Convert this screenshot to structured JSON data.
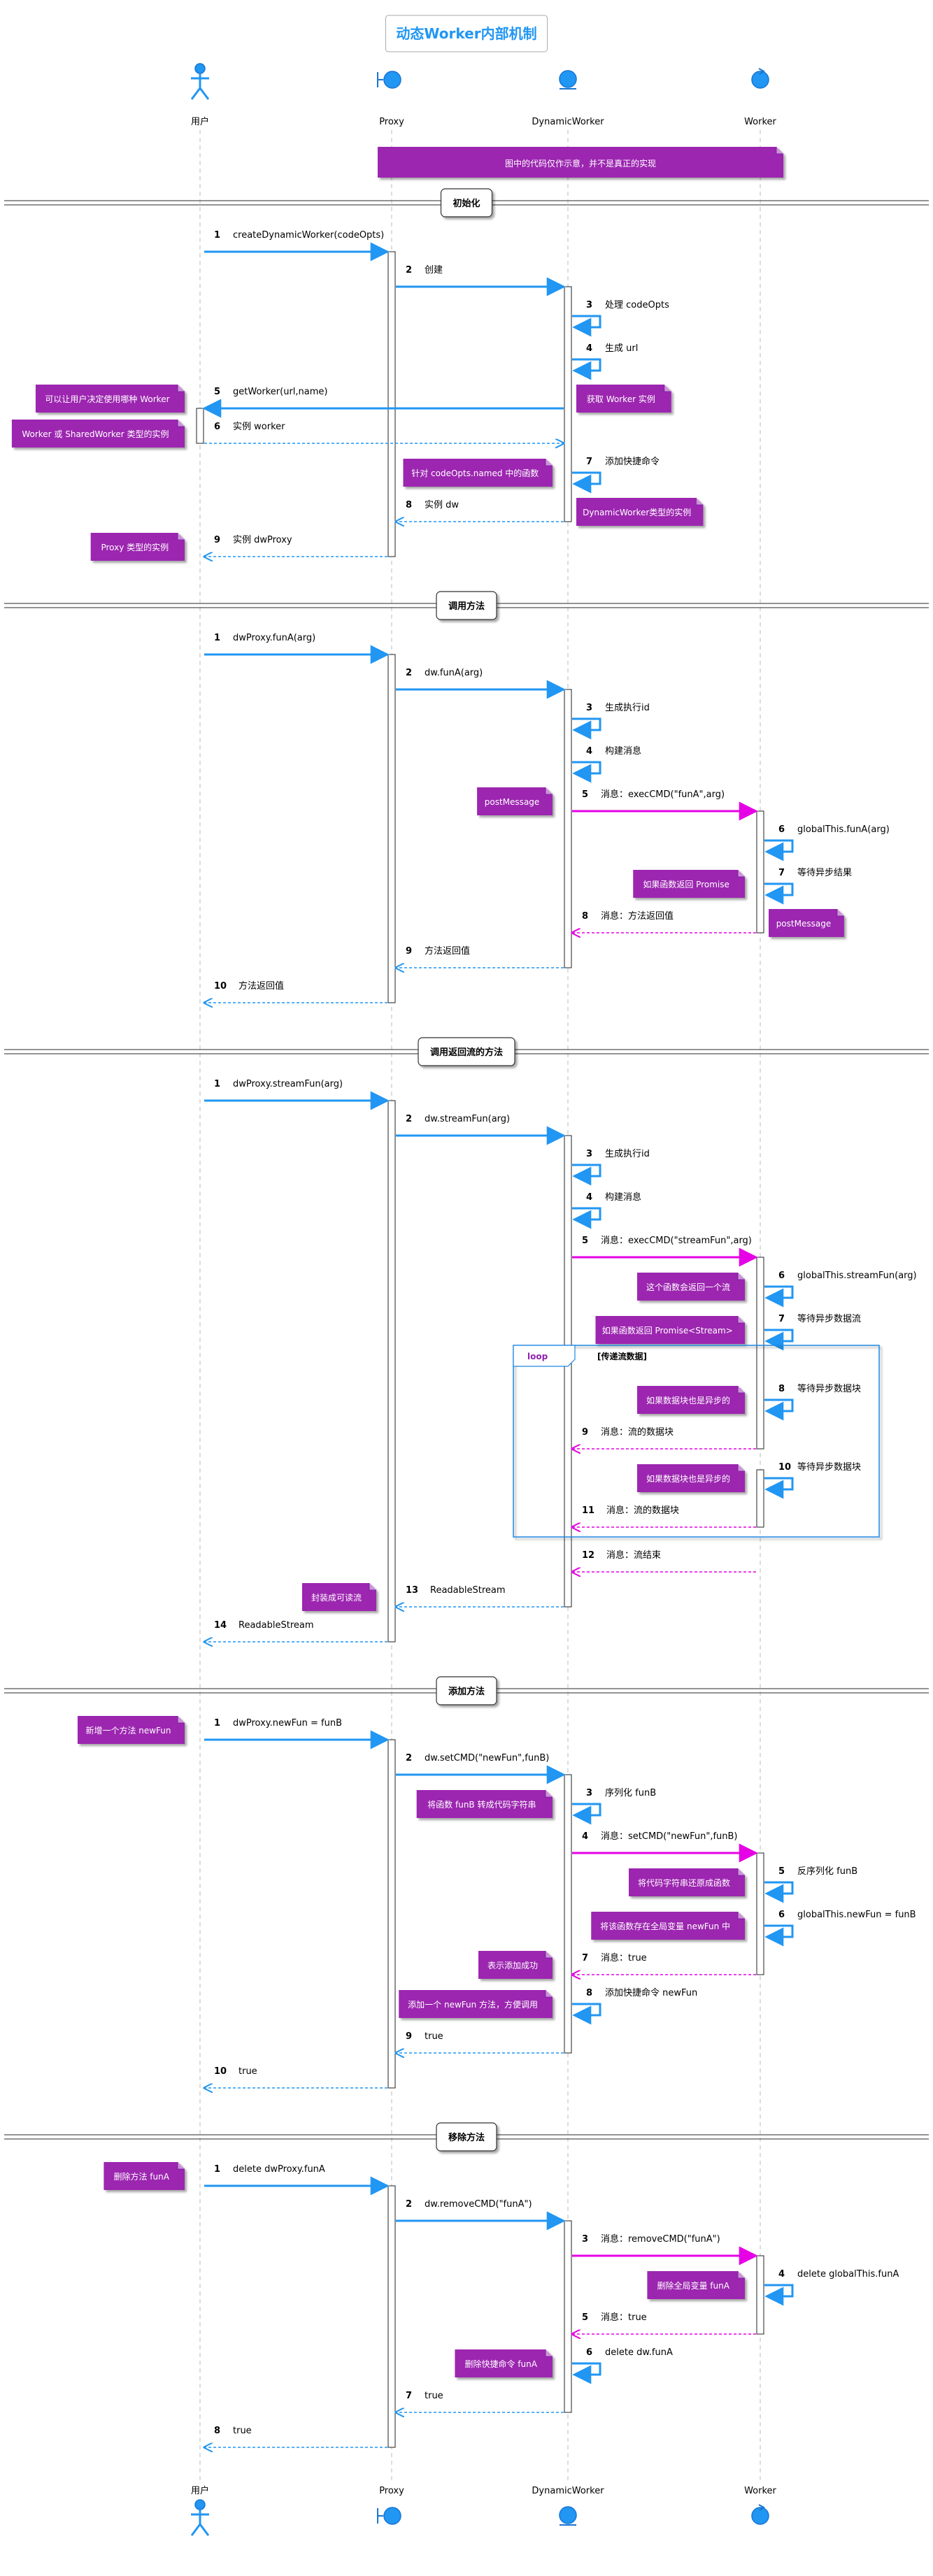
{
  "title": "动态Worker内部机制",
  "participants": [
    {
      "id": "user",
      "name": "用户",
      "shape": "actor"
    },
    {
      "id": "proxy",
      "name": "Proxy",
      "shape": "boundary"
    },
    {
      "id": "dw",
      "name": "DynamicWorker",
      "shape": "entity"
    },
    {
      "id": "worker",
      "name": "Worker",
      "shape": "control"
    }
  ],
  "top_note": "图中的代码仅作示意，并不是真正的实现",
  "colors": {
    "title": "#2196f3",
    "arrow_blue": "#2196f3",
    "arrow_magenta": "#e600e6",
    "note_fill": "#9c27b0",
    "lifeline": "#bbbbbb"
  },
  "sections": [
    {
      "title": "初始化",
      "messages": [
        {
          "n": "1",
          "from": "user",
          "to": "proxy",
          "label": "createDynamicWorker(codeOpts)",
          "style": "sync"
        },
        {
          "n": "2",
          "from": "proxy",
          "to": "dw",
          "label": "创建",
          "style": "sync"
        },
        {
          "n": "3",
          "from": "dw",
          "to": "dw",
          "label": "处理 codeOpts",
          "style": "self"
        },
        {
          "n": "4",
          "from": "dw",
          "to": "dw",
          "label": "生成 url",
          "style": "self"
        },
        {
          "n": "5",
          "from": "dw",
          "to": "user",
          "label": "getWorker(url,name)",
          "style": "sync",
          "notes": [
            {
              "text": "获取 Worker 实例",
              "at": "dw",
              "side": "right"
            },
            {
              "text": "可以让用户决定使用哪种 Worker",
              "at": "user",
              "side": "left"
            }
          ]
        },
        {
          "n": "6",
          "from": "user",
          "to": "dw",
          "label": "实例 worker",
          "style": "return",
          "notes": [
            {
              "text": "Worker 或 SharedWorker 类型的实例",
              "at": "user",
              "side": "left"
            }
          ]
        },
        {
          "n": "7",
          "from": "dw",
          "to": "dw",
          "label": "添加快捷命令",
          "style": "self",
          "notes": [
            {
              "text": "针对 codeOpts.named 中的函数",
              "at": "dw",
              "side": "left"
            }
          ]
        },
        {
          "n": "8",
          "from": "dw",
          "to": "proxy",
          "label": "实例 dw",
          "style": "return",
          "notes": [
            {
              "text": "DynamicWorker类型的实例",
              "at": "dw",
              "side": "right"
            }
          ]
        },
        {
          "n": "9",
          "from": "proxy",
          "to": "user",
          "label": "实例 dwProxy",
          "style": "return",
          "notes": [
            {
              "text": "Proxy 类型的实例",
              "at": "user",
              "side": "left"
            }
          ]
        }
      ]
    },
    {
      "title": "调用方法",
      "messages": [
        {
          "n": "1",
          "from": "user",
          "to": "proxy",
          "label": "dwProxy.funA(arg)",
          "style": "sync"
        },
        {
          "n": "2",
          "from": "proxy",
          "to": "dw",
          "label": "dw.funA(arg)",
          "style": "sync"
        },
        {
          "n": "3",
          "from": "dw",
          "to": "dw",
          "label": "生成执行id",
          "style": "self"
        },
        {
          "n": "4",
          "from": "dw",
          "to": "dw",
          "label": "构建消息",
          "style": "self"
        },
        {
          "n": "5",
          "from": "dw",
          "to": "worker",
          "label": "消息：execCMD(\"funA\",arg)",
          "style": "msg",
          "notes": [
            {
              "text": "postMessage",
              "at": "dw",
              "side": "left"
            }
          ]
        },
        {
          "n": "6",
          "from": "worker",
          "to": "worker",
          "label": "globalThis.funA(arg)",
          "style": "self"
        },
        {
          "n": "7",
          "from": "worker",
          "to": "worker",
          "label": "等待异步结果",
          "style": "self",
          "notes": [
            {
              "text": "如果函数返回 Promise",
              "at": "worker",
              "side": "left"
            }
          ]
        },
        {
          "n": "8",
          "from": "worker",
          "to": "dw",
          "label": "消息：方法返回值",
          "style": "msgret",
          "notes": [
            {
              "text": "postMessage",
              "at": "worker",
              "side": "right"
            }
          ]
        },
        {
          "n": "9",
          "from": "dw",
          "to": "proxy",
          "label": "方法返回值",
          "style": "return"
        },
        {
          "n": "10",
          "from": "proxy",
          "to": "user",
          "label": "方法返回值",
          "style": "return"
        }
      ]
    },
    {
      "title": "调用返回流的方法",
      "messages": [
        {
          "n": "1",
          "from": "user",
          "to": "proxy",
          "label": "dwProxy.streamFun(arg)",
          "style": "sync"
        },
        {
          "n": "2",
          "from": "proxy",
          "to": "dw",
          "label": "dw.streamFun(arg)",
          "style": "sync"
        },
        {
          "n": "3",
          "from": "dw",
          "to": "dw",
          "label": "生成执行id",
          "style": "self"
        },
        {
          "n": "4",
          "from": "dw",
          "to": "dw",
          "label": "构建消息",
          "style": "self"
        },
        {
          "n": "5",
          "from": "dw",
          "to": "worker",
          "label": "消息：execCMD(\"streamFun\",arg)",
          "style": "msg"
        },
        {
          "n": "6",
          "from": "worker",
          "to": "worker",
          "label": "globalThis.streamFun(arg)",
          "style": "self",
          "notes": [
            {
              "text": "这个函数会返回一个流",
              "at": "worker",
              "side": "left"
            }
          ]
        },
        {
          "n": "7",
          "from": "worker",
          "to": "worker",
          "label": "等待异步数据流",
          "style": "self",
          "notes": [
            {
              "text": "如果函数返回 Promise<Stream>",
              "at": "worker",
              "side": "left"
            }
          ]
        },
        {
          "n": "8",
          "from": "worker",
          "to": "worker",
          "label": "等待异步数据块",
          "style": "self",
          "loop_start": true,
          "notes": [
            {
              "text": "如果数据块也是异步的",
              "at": "worker",
              "side": "left"
            }
          ]
        },
        {
          "n": "9",
          "from": "worker",
          "to": "dw",
          "label": "消息：流的数据块",
          "style": "msgret"
        },
        {
          "n": "10",
          "from": "worker",
          "to": "worker",
          "label": "等待异步数据块",
          "style": "self",
          "notes": [
            {
              "text": "如果数据块也是异步的",
              "at": "worker",
              "side": "left"
            }
          ]
        },
        {
          "n": "11",
          "from": "worker",
          "to": "dw",
          "label": "消息：流的数据块",
          "style": "msgret",
          "loop_end": true
        },
        {
          "n": "12",
          "from": "worker",
          "to": "dw",
          "label": "消息：流结束",
          "style": "msgret"
        },
        {
          "n": "13",
          "from": "dw",
          "to": "proxy",
          "label": "ReadableStream",
          "style": "return",
          "notes": [
            {
              "text": "封装成可读流",
              "at": "proxy",
              "side": "left"
            }
          ]
        },
        {
          "n": "14",
          "from": "proxy",
          "to": "user",
          "label": "ReadableStream",
          "style": "return"
        }
      ],
      "loop": {
        "label": "loop",
        "condition": "[传递流数据]"
      }
    },
    {
      "title": "添加方法",
      "messages": [
        {
          "n": "1",
          "from": "user",
          "to": "proxy",
          "label": "dwProxy.newFun = funB",
          "style": "sync",
          "notes": [
            {
              "text": "新增一个方法 newFun",
              "at": "user",
              "side": "left"
            }
          ]
        },
        {
          "n": "2",
          "from": "proxy",
          "to": "dw",
          "label": "dw.setCMD(\"newFun\",funB)",
          "style": "sync"
        },
        {
          "n": "3",
          "from": "dw",
          "to": "dw",
          "label": "序列化 funB",
          "style": "self",
          "notes": [
            {
              "text": "将函数 funB 转成代码字符串",
              "at": "dw",
              "side": "left"
            }
          ]
        },
        {
          "n": "4",
          "from": "dw",
          "to": "worker",
          "label": "消息：setCMD(\"newFun\",funB)",
          "style": "msg"
        },
        {
          "n": "5",
          "from": "worker",
          "to": "worker",
          "label": "反序列化 funB",
          "style": "self",
          "notes": [
            {
              "text": "将代码字符串还原成函数",
              "at": "worker",
              "side": "left"
            }
          ]
        },
        {
          "n": "6",
          "from": "worker",
          "to": "worker",
          "label": "globalThis.newFun = funB",
          "style": "self",
          "notes": [
            {
              "text": "将该函数存在全局变量 newFun 中",
              "at": "worker",
              "side": "left"
            }
          ]
        },
        {
          "n": "7",
          "from": "worker",
          "to": "dw",
          "label": "消息：true",
          "style": "msgret",
          "notes": [
            {
              "text": "表示添加成功",
              "at": "dw",
              "side": "left"
            }
          ]
        },
        {
          "n": "8",
          "from": "dw",
          "to": "dw",
          "label": "添加快捷命令 newFun",
          "style": "self",
          "notes": [
            {
              "text": "添加一个 newFun 方法，方便调用",
              "at": "dw",
              "side": "left"
            }
          ]
        },
        {
          "n": "9",
          "from": "dw",
          "to": "proxy",
          "label": "true",
          "style": "return"
        },
        {
          "n": "10",
          "from": "proxy",
          "to": "user",
          "label": "true",
          "style": "return"
        }
      ]
    },
    {
      "title": "移除方法",
      "messages": [
        {
          "n": "1",
          "from": "user",
          "to": "proxy",
          "label": "delete  dwProxy.funA",
          "style": "sync",
          "notes": [
            {
              "text": "删除方法 funA",
              "at": "user",
              "side": "left"
            }
          ]
        },
        {
          "n": "2",
          "from": "proxy",
          "to": "dw",
          "label": "dw.removeCMD(\"funA\")",
          "style": "sync"
        },
        {
          "n": "3",
          "from": "dw",
          "to": "worker",
          "label": "消息：removeCMD(\"funA\")",
          "style": "msg"
        },
        {
          "n": "4",
          "from": "worker",
          "to": "worker",
          "label": "delete globalThis.funA",
          "style": "self",
          "notes": [
            {
              "text": "删除全局变量 funA",
              "at": "worker",
              "side": "left"
            }
          ]
        },
        {
          "n": "5",
          "from": "worker",
          "to": "dw",
          "label": "消息：true",
          "style": "msgret"
        },
        {
          "n": "6",
          "from": "dw",
          "to": "dw",
          "label": "delete dw.funA",
          "style": "self",
          "notes": [
            {
              "text": "删除快捷命令 funA",
              "at": "dw",
              "side": "left"
            }
          ]
        },
        {
          "n": "7",
          "from": "dw",
          "to": "proxy",
          "label": "true",
          "style": "return"
        },
        {
          "n": "8",
          "from": "proxy",
          "to": "user",
          "label": "true",
          "style": "return"
        }
      ]
    }
  ]
}
